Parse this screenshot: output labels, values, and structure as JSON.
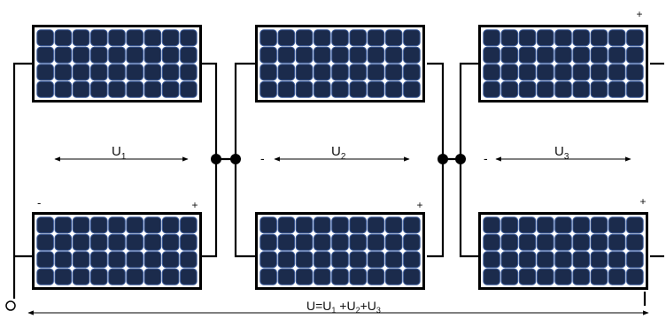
{
  "diagram": {
    "colors": {
      "panel_frame": "#000000",
      "panel_gap": "#ffffff",
      "cell_dark": "#1b2b4c",
      "cell_light": "#3a5a9a",
      "wire": "#000000"
    },
    "modules": {
      "top_1": {
        "plus": "",
        "minus": ""
      },
      "top_2": {
        "plus": "",
        "minus": ""
      },
      "top_3": {
        "plus": "+",
        "minus": ""
      },
      "bottom_1": {
        "plus": "+",
        "minus": "-"
      },
      "bottom_2": {
        "plus": "+",
        "minus": ""
      },
      "bottom_3": {
        "plus": "+",
        "minus": ""
      }
    },
    "voltages": {
      "u1": {
        "base": "U",
        "sub": "1"
      },
      "u2": {
        "base": "U",
        "sub": "2",
        "minus": "-"
      },
      "u3": {
        "base": "U",
        "sub": "3",
        "minus": "-"
      }
    },
    "total_formula": {
      "prefix": "U=U",
      "sub1": "1",
      "plus1": " +U",
      "sub2": "2",
      "plus2": "+U",
      "sub3": "3"
    }
  }
}
